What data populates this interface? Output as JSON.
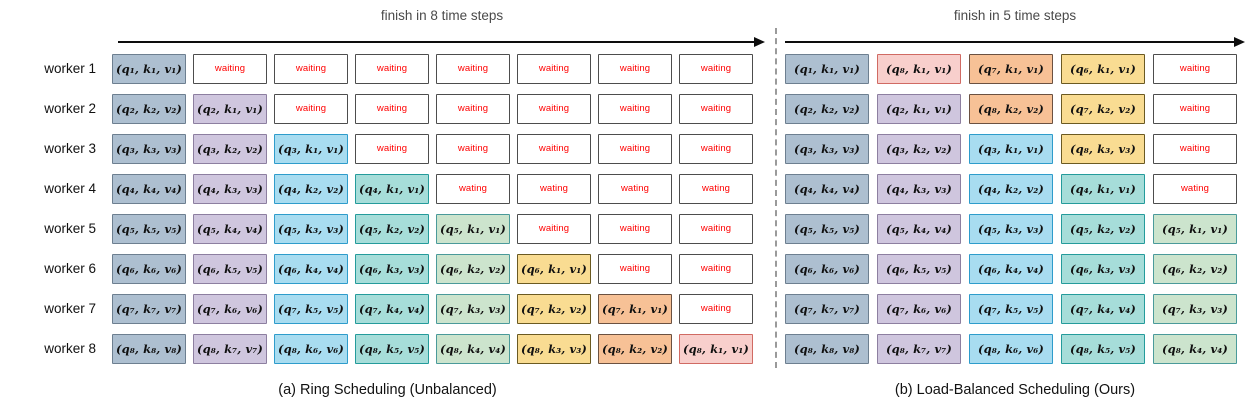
{
  "figure": {
    "panels": [
      {
        "id": "a",
        "header": "finish in 8 time steps",
        "caption": "(a) Ring Scheduling (Unbalanced)",
        "arrow_name": "time-axis-arrow",
        "workers": [
          {
            "label": "worker 1",
            "cells": [
              {
                "text": "(q₁, k₁, v₁)",
                "color": 0,
                "waiting": false
              },
              {
                "text": "waiting",
                "color": null,
                "waiting": true
              },
              {
                "text": "waiting",
                "color": null,
                "waiting": true
              },
              {
                "text": "waiting",
                "color": null,
                "waiting": true
              },
              {
                "text": "waiting",
                "color": null,
                "waiting": true
              },
              {
                "text": "waiting",
                "color": null,
                "waiting": true
              },
              {
                "text": "waiting",
                "color": null,
                "waiting": true
              },
              {
                "text": "waiting",
                "color": null,
                "waiting": true
              }
            ]
          },
          {
            "label": "worker 2",
            "cells": [
              {
                "text": "(q₂, k₂, v₂)",
                "color": 0,
                "waiting": false
              },
              {
                "text": "(q₂, k₁, v₁)",
                "color": 1,
                "waiting": false
              },
              {
                "text": "waiting",
                "color": null,
                "waiting": true
              },
              {
                "text": "waiting",
                "color": null,
                "waiting": true
              },
              {
                "text": "waiting",
                "color": null,
                "waiting": true
              },
              {
                "text": "waiting",
                "color": null,
                "waiting": true
              },
              {
                "text": "waiting",
                "color": null,
                "waiting": true
              },
              {
                "text": "waiting",
                "color": null,
                "waiting": true
              }
            ]
          },
          {
            "label": "worker 3",
            "cells": [
              {
                "text": "(q₃, k₃, v₃)",
                "color": 0,
                "waiting": false
              },
              {
                "text": "(q₃, k₂, v₂)",
                "color": 1,
                "waiting": false
              },
              {
                "text": "(q₃, k₁, v₁)",
                "color": 2,
                "waiting": false
              },
              {
                "text": "waiting",
                "color": null,
                "waiting": true
              },
              {
                "text": "waiting",
                "color": null,
                "waiting": true
              },
              {
                "text": "waiting",
                "color": null,
                "waiting": true
              },
              {
                "text": "waiting",
                "color": null,
                "waiting": true
              },
              {
                "text": "waiting",
                "color": null,
                "waiting": true
              }
            ]
          },
          {
            "label": "worker 4",
            "cells": [
              {
                "text": "(q₄, k₄, v₄)",
                "color": 0,
                "waiting": false
              },
              {
                "text": "(q₄, k₃, v₃)",
                "color": 1,
                "waiting": false
              },
              {
                "text": "(q₄, k₂, v₂)",
                "color": 2,
                "waiting": false
              },
              {
                "text": "(q₄, k₁, v₁)",
                "color": 3,
                "waiting": false
              },
              {
                "text": "wating",
                "color": null,
                "waiting": true
              },
              {
                "text": "wating",
                "color": null,
                "waiting": true
              },
              {
                "text": "wating",
                "color": null,
                "waiting": true
              },
              {
                "text": "wating",
                "color": null,
                "waiting": true
              }
            ]
          },
          {
            "label": "worker 5",
            "cells": [
              {
                "text": "(q₅, k₅, v₅)",
                "color": 0,
                "waiting": false
              },
              {
                "text": "(q₅, k₄, v₄)",
                "color": 1,
                "waiting": false
              },
              {
                "text": "(q₅, k₃, v₃)",
                "color": 2,
                "waiting": false
              },
              {
                "text": "(q₅, k₂, v₂)",
                "color": 3,
                "waiting": false
              },
              {
                "text": "(q₅, k₁, v₁)",
                "color": 4,
                "waiting": false
              },
              {
                "text": "waiting",
                "color": null,
                "waiting": true
              },
              {
                "text": "waiting",
                "color": null,
                "waiting": true
              },
              {
                "text": "waiting",
                "color": null,
                "waiting": true
              }
            ]
          },
          {
            "label": "worker 6",
            "cells": [
              {
                "text": "(q₆, k₆, v₆)",
                "color": 0,
                "waiting": false
              },
              {
                "text": "(q₆, k₅, v₅)",
                "color": 1,
                "waiting": false
              },
              {
                "text": "(q₆, k₄, v₄)",
                "color": 2,
                "waiting": false
              },
              {
                "text": "(q₆, k₃, v₃)",
                "color": 3,
                "waiting": false
              },
              {
                "text": "(q₆, k₂, v₂)",
                "color": 4,
                "waiting": false
              },
              {
                "text": "(q₆, k₁, v₁)",
                "color": 5,
                "waiting": false
              },
              {
                "text": "waiting",
                "color": null,
                "waiting": true
              },
              {
                "text": "waiting",
                "color": null,
                "waiting": true
              }
            ]
          },
          {
            "label": "worker 7",
            "cells": [
              {
                "text": "(q₇, k₇, v₇)",
                "color": 0,
                "waiting": false
              },
              {
                "text": "(q₇, k₆, v₆)",
                "color": 1,
                "waiting": false
              },
              {
                "text": "(q₇, k₅, v₅)",
                "color": 2,
                "waiting": false
              },
              {
                "text": "(q₇, k₄, v₄)",
                "color": 3,
                "waiting": false
              },
              {
                "text": "(q₇, k₃, v₃)",
                "color": 4,
                "waiting": false
              },
              {
                "text": "(q₇, k₂, v₂)",
                "color": 5,
                "waiting": false
              },
              {
                "text": "(q₇, k₁, v₁)",
                "color": 6,
                "waiting": false
              },
              {
                "text": "waiting",
                "color": null,
                "waiting": true
              }
            ]
          },
          {
            "label": "worker 8",
            "cells": [
              {
                "text": "(q₈, k₈, v₈)",
                "color": 0,
                "waiting": false
              },
              {
                "text": "(q₈, k₇, v₇)",
                "color": 1,
                "waiting": false
              },
              {
                "text": "(q₈, k₆, v₆)",
                "color": 2,
                "waiting": false
              },
              {
                "text": "(q₈, k₅, v₅)",
                "color": 3,
                "waiting": false
              },
              {
                "text": "(q₈, k₄, v₄)",
                "color": 4,
                "waiting": false
              },
              {
                "text": "(q₈, k₃, v₃)",
                "color": 5,
                "waiting": false
              },
              {
                "text": "(q₈, k₂, v₂)",
                "color": 6,
                "waiting": false
              },
              {
                "text": "(q₈, k₁, v₁)",
                "color": 7,
                "waiting": false
              }
            ]
          }
        ]
      },
      {
        "id": "b",
        "header": "finish in 5 time steps",
        "caption": "(b) Load-Balanced Scheduling (Ours)",
        "arrow_name": "time-axis-arrow",
        "workers": [
          {
            "label": "worker 1",
            "cells": [
              {
                "text": "(q₁, k₁, v₁)",
                "color": 0,
                "waiting": false
              },
              {
                "text": "(q₈, k₁, v₁)",
                "color": 7,
                "waiting": false
              },
              {
                "text": "(q₇, k₁, v₁)",
                "color": 6,
                "waiting": false
              },
              {
                "text": "(q₆, k₁, v₁)",
                "color": 5,
                "waiting": false
              },
              {
                "text": "waiting",
                "color": null,
                "waiting": true
              }
            ]
          },
          {
            "label": "worker 2",
            "cells": [
              {
                "text": "(q₂, k₂, v₂)",
                "color": 0,
                "waiting": false
              },
              {
                "text": "(q₂, k₁, v₁)",
                "color": 1,
                "waiting": false
              },
              {
                "text": "(q₈, k₂, v₂)",
                "color": 6,
                "waiting": false
              },
              {
                "text": "(q₇, k₂, v₂)",
                "color": 5,
                "waiting": false
              },
              {
                "text": "waiting",
                "color": null,
                "waiting": true
              }
            ]
          },
          {
            "label": "worker 3",
            "cells": [
              {
                "text": "(q₃, k₃, v₃)",
                "color": 0,
                "waiting": false
              },
              {
                "text": "(q₃, k₂, v₂)",
                "color": 1,
                "waiting": false
              },
              {
                "text": "(q₃, k₁, v₁)",
                "color": 2,
                "waiting": false
              },
              {
                "text": "(q₈, k₃, v₃)",
                "color": 5,
                "waiting": false
              },
              {
                "text": "waiting",
                "color": null,
                "waiting": true
              }
            ]
          },
          {
            "label": "worker 4",
            "cells": [
              {
                "text": "(q₄, k₄, v₄)",
                "color": 0,
                "waiting": false
              },
              {
                "text": "(q₄, k₃, v₃)",
                "color": 1,
                "waiting": false
              },
              {
                "text": "(q₄, k₂, v₂)",
                "color": 2,
                "waiting": false
              },
              {
                "text": "(q₄, k₁, v₁)",
                "color": 3,
                "waiting": false
              },
              {
                "text": "wating",
                "color": null,
                "waiting": true
              }
            ]
          },
          {
            "label": "worker 5",
            "cells": [
              {
                "text": "(q₅, k₅, v₅)",
                "color": 0,
                "waiting": false
              },
              {
                "text": "(q₅, k₄, v₄)",
                "color": 1,
                "waiting": false
              },
              {
                "text": "(q₅, k₃, v₃)",
                "color": 2,
                "waiting": false
              },
              {
                "text": "(q₅, k₂, v₂)",
                "color": 3,
                "waiting": false
              },
              {
                "text": "(q₅, k₁, v₁)",
                "color": 4,
                "waiting": false
              }
            ]
          },
          {
            "label": "worker 6",
            "cells": [
              {
                "text": "(q₆, k₆, v₆)",
                "color": 0,
                "waiting": false
              },
              {
                "text": "(q₆, k₅, v₅)",
                "color": 1,
                "waiting": false
              },
              {
                "text": "(q₆, k₄, v₄)",
                "color": 2,
                "waiting": false
              },
              {
                "text": "(q₆, k₃, v₃)",
                "color": 3,
                "waiting": false
              },
              {
                "text": "(q₆, k₂, v₂)",
                "color": 4,
                "waiting": false
              }
            ]
          },
          {
            "label": "worker 7",
            "cells": [
              {
                "text": "(q₇, k₇, v₇)",
                "color": 0,
                "waiting": false
              },
              {
                "text": "(q₇, k₆, v₆)",
                "color": 1,
                "waiting": false
              },
              {
                "text": "(q₇, k₅, v₅)",
                "color": 2,
                "waiting": false
              },
              {
                "text": "(q₇, k₄, v₄)",
                "color": 3,
                "waiting": false
              },
              {
                "text": "(q₇, k₃, v₃)",
                "color": 4,
                "waiting": false
              }
            ]
          },
          {
            "label": "worker 8",
            "cells": [
              {
                "text": "(q₈, k₈, v₈)",
                "color": 0,
                "waiting": false
              },
              {
                "text": "(q₈, k₇, v₇)",
                "color": 1,
                "waiting": false
              },
              {
                "text": "(q₈, k₆, v₆)",
                "color": 2,
                "waiting": false
              },
              {
                "text": "(q₈, k₅, v₅)",
                "color": 3,
                "waiting": false
              },
              {
                "text": "(q₈, k₄, v₄)",
                "color": 4,
                "waiting": false
              }
            ]
          }
        ]
      }
    ],
    "palette": [
      "#adbfd0",
      "#cfc6de",
      "#a8dcf0",
      "#a6ddd9",
      "#cce4cd",
      "#f9dc92",
      "#f7c196",
      "#f8cfcc"
    ],
    "waiting_text_color": "#ff0000",
    "divider_color": "#9a9a9a"
  }
}
